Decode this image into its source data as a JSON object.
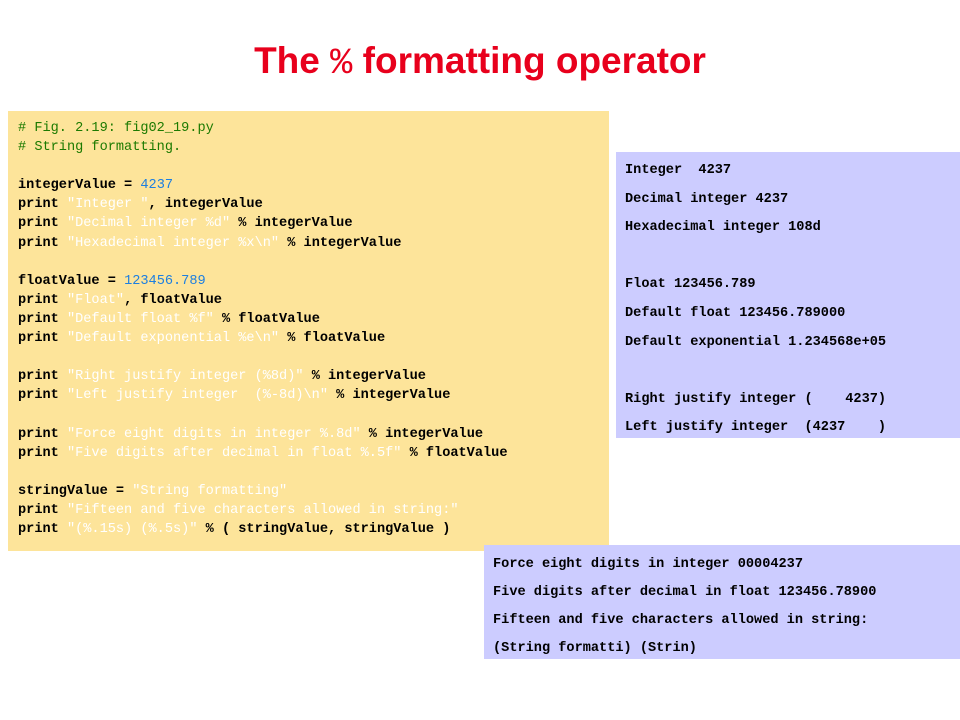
{
  "title": {
    "prefix": "The",
    "operator": "%",
    "suffix": "formatting operator"
  },
  "code_lines": [
    [
      {
        "t": "# Fig. 2.19: fig02_19.py",
        "c": "comment"
      }
    ],
    [
      {
        "t": "# String formatting.",
        "c": "comment"
      }
    ],
    [],
    [
      {
        "t": "integerValue = ",
        "c": "plain"
      },
      {
        "t": "4237",
        "c": "num"
      }
    ],
    [
      {
        "t": "print ",
        "c": "plain"
      },
      {
        "t": "\"Integer \"",
        "c": "str"
      },
      {
        "t": ", integerValue",
        "c": "plain"
      }
    ],
    [
      {
        "t": "print ",
        "c": "plain"
      },
      {
        "t": "\"Decimal integer %d\"",
        "c": "str"
      },
      {
        "t": " % integerValue",
        "c": "plain"
      }
    ],
    [
      {
        "t": "print ",
        "c": "plain"
      },
      {
        "t": "\"Hexadecimal integer %x\\n\"",
        "c": "str"
      },
      {
        "t": " % integerValue",
        "c": "plain"
      }
    ],
    [],
    [
      {
        "t": "floatValue = ",
        "c": "plain"
      },
      {
        "t": "123456.789",
        "c": "num"
      }
    ],
    [
      {
        "t": "print ",
        "c": "plain"
      },
      {
        "t": "\"Float\"",
        "c": "str"
      },
      {
        "t": ", floatValue",
        "c": "plain"
      }
    ],
    [
      {
        "t": "print ",
        "c": "plain"
      },
      {
        "t": "\"Default float %f\"",
        "c": "str"
      },
      {
        "t": " % floatValue",
        "c": "plain"
      }
    ],
    [
      {
        "t": "print ",
        "c": "plain"
      },
      {
        "t": "\"Default exponential %e\\n\"",
        "c": "str"
      },
      {
        "t": " % floatValue",
        "c": "plain"
      }
    ],
    [],
    [
      {
        "t": "print ",
        "c": "plain"
      },
      {
        "t": "\"Right justify integer (%8d)\"",
        "c": "str"
      },
      {
        "t": " % integerValue",
        "c": "plain"
      }
    ],
    [
      {
        "t": "print ",
        "c": "plain"
      },
      {
        "t": "\"Left justify integer  (%-8d)\\n\"",
        "c": "str"
      },
      {
        "t": " % integerValue",
        "c": "plain"
      }
    ],
    [],
    [
      {
        "t": "print ",
        "c": "plain"
      },
      {
        "t": "\"Force eight digits in integer %.8d\"",
        "c": "str"
      },
      {
        "t": " % integerValue",
        "c": "plain"
      }
    ],
    [
      {
        "t": "print ",
        "c": "plain"
      },
      {
        "t": "\"Five digits after decimal in float %.5f\"",
        "c": "str"
      },
      {
        "t": " % floatValue",
        "c": "plain"
      }
    ],
    [],
    [
      {
        "t": "stringValue = ",
        "c": "plain"
      },
      {
        "t": "\"String formatting\"",
        "c": "str"
      }
    ],
    [
      {
        "t": "print ",
        "c": "plain"
      },
      {
        "t": "\"Fifteen and five characters allowed in string:\"",
        "c": "str"
      }
    ],
    [
      {
        "t": "print ",
        "c": "plain"
      },
      {
        "t": "\"(%.15s) (%.5s)\"",
        "c": "str"
      },
      {
        "t": " % ( stringValue, stringValue )",
        "c": "plain"
      }
    ]
  ],
  "output_1": [
    "Integer  4237",
    "Decimal integer 4237",
    "Hexadecimal integer 108d",
    "",
    "Float 123456.789",
    "Default float 123456.789000",
    "Default exponential 1.234568e+05",
    "",
    "Right justify integer (    4237)",
    "Left justify integer  (4237    )"
  ],
  "output_2": [
    "Force eight digits in integer 00004237",
    "Five digits after decimal in float 123456.78900",
    "Fifteen and five characters allowed in string:",
    "(String formatti) (Strin)"
  ],
  "colors": {
    "title": "#e8001c",
    "code_background": "#fde49a",
    "output_background": "#ccccff",
    "comment": "#1c7a00",
    "number": "#1d7fe0",
    "string": "#ffffff"
  }
}
